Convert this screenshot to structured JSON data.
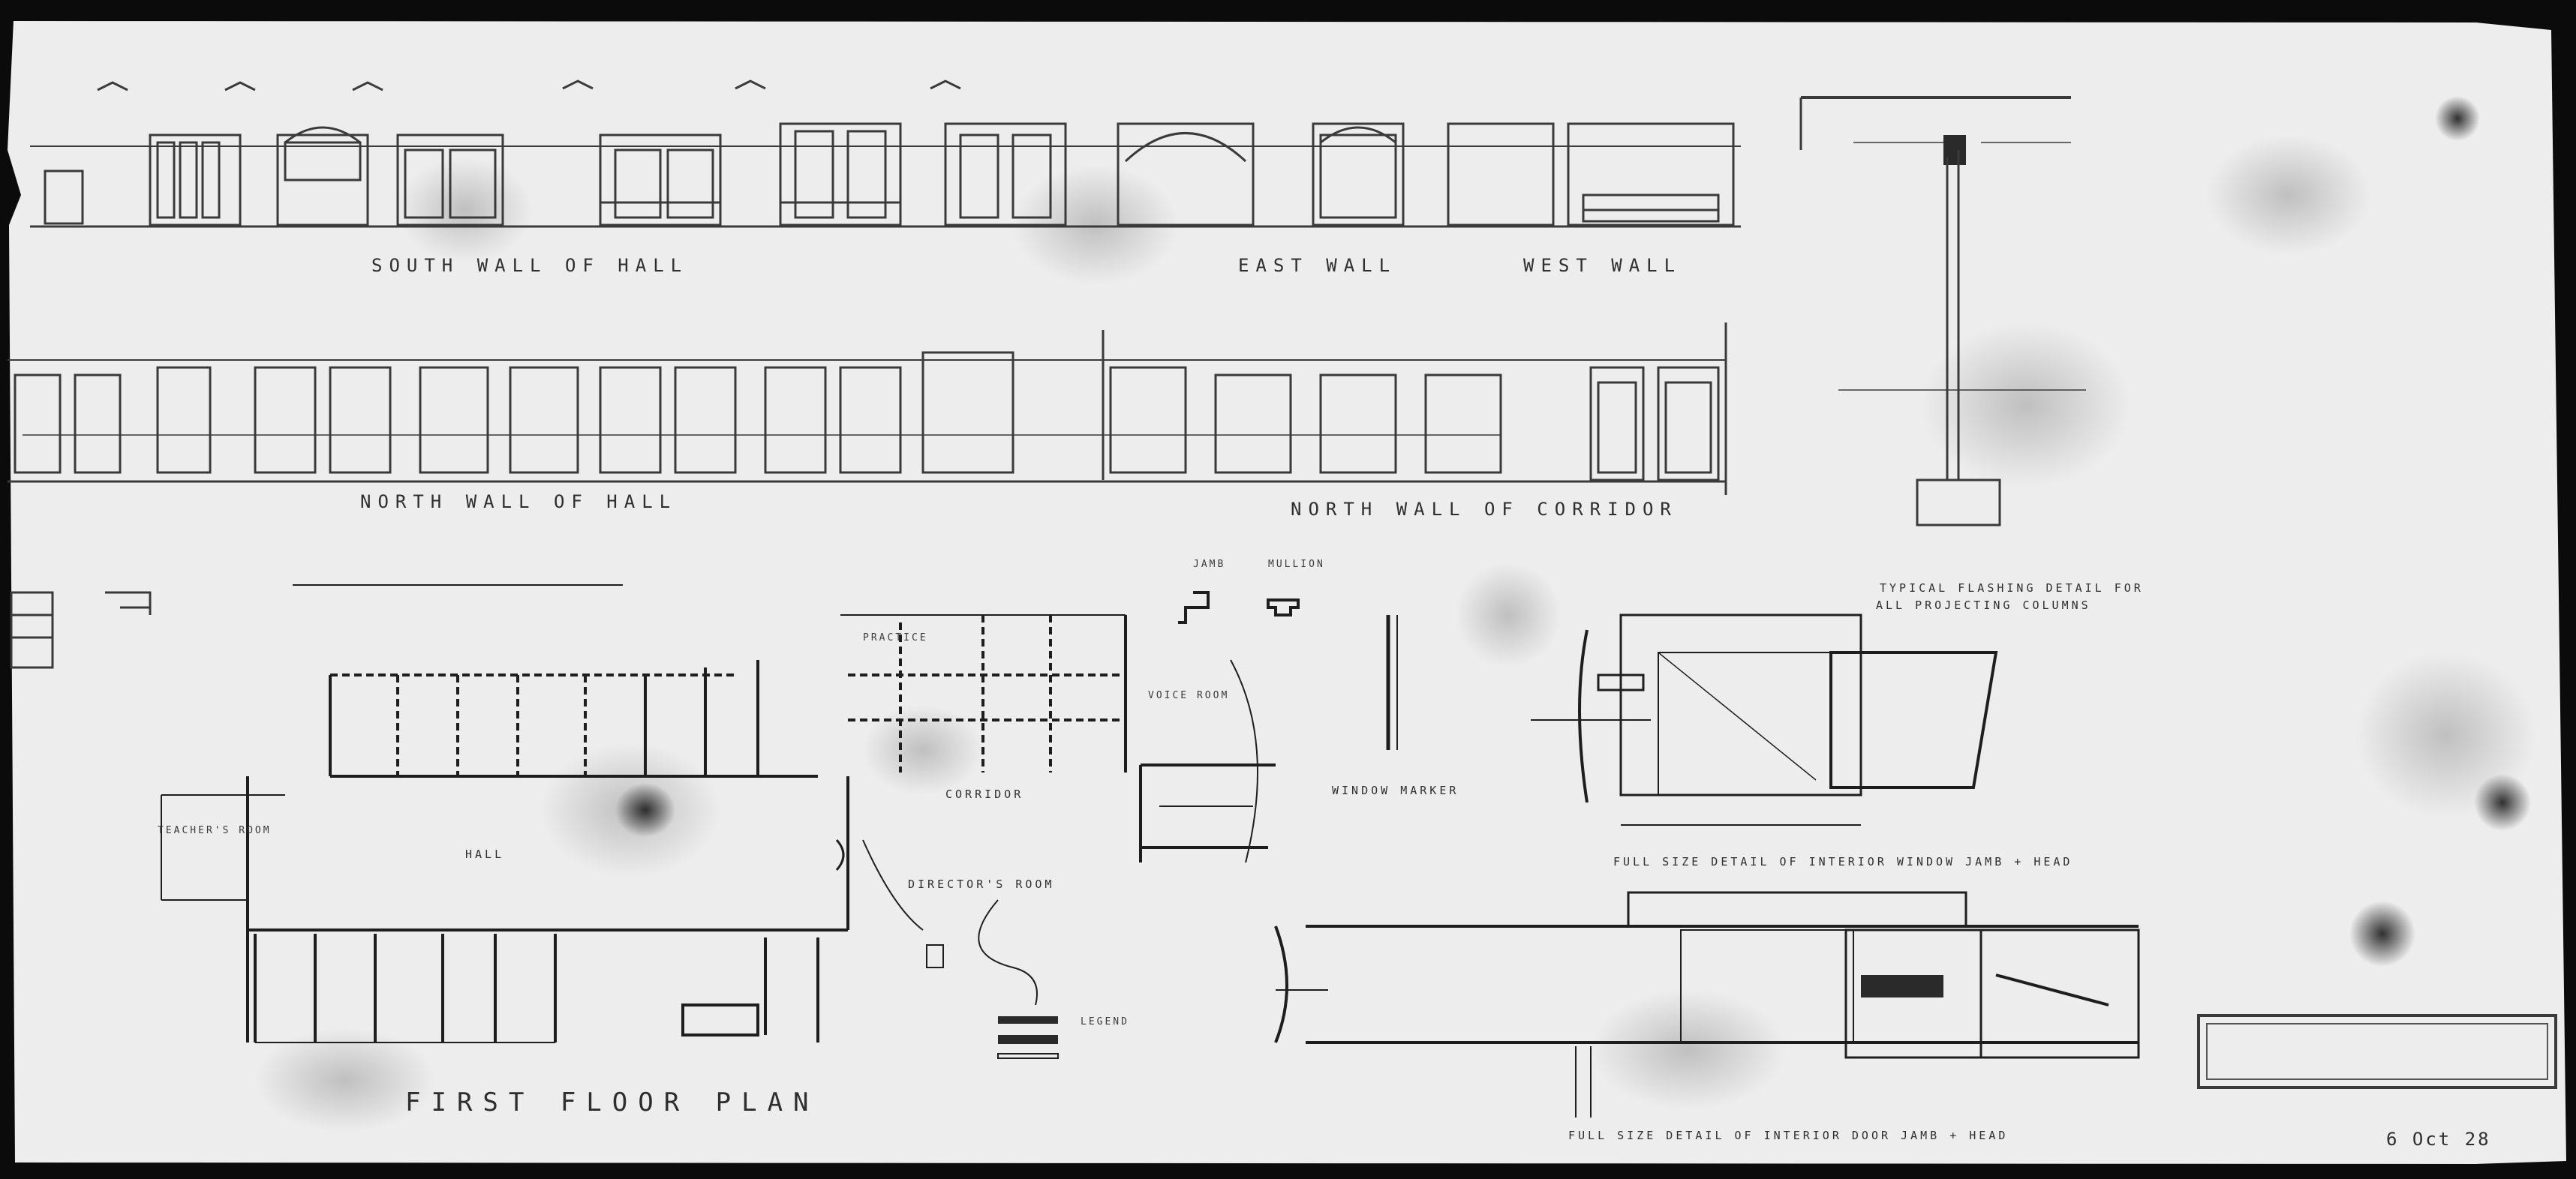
{
  "drawing": {
    "elevations": {
      "south_wall_of_hall": "SOUTH WALL OF HALL",
      "east_wall": "EAST WALL",
      "west_wall": "WEST WALL",
      "north_wall_of_hall": "NORTH WALL OF HALL",
      "north_wall_of_corridor": "NORTH WALL OF CORRIDOR"
    },
    "details": {
      "typical_flashing": "TYPICAL FLASHING DETAIL FOR",
      "typical_flashing_2": "ALL PROJECTING COLUMNS",
      "window_marker": "WINDOW MARKER",
      "full_size_jamb_head": "FULL SIZE DETAIL OF INTERIOR WINDOW JAMB + HEAD",
      "full_size_door_jamb_head": "FULL SIZE DETAIL OF INTERIOR DOOR JAMB + HEAD",
      "jamb": "JAMB",
      "mullion": "MULLION"
    },
    "plan": {
      "title": "FIRST FLOOR PLAN",
      "corridor": "CORRIDOR",
      "directors_room": "DIRECTOR'S ROOM",
      "hall": "HALL",
      "teachers_room": "TEACHER'S ROOM",
      "voice_room": "VOICE ROOM",
      "practice": "PRACTICE"
    },
    "legend": {
      "title": "LEGEND"
    },
    "handwritten_date": "6 Oct 28"
  },
  "colors": {
    "paper": "#efefef",
    "ink": "#2e2e2e",
    "border": "#0b0b0b"
  }
}
